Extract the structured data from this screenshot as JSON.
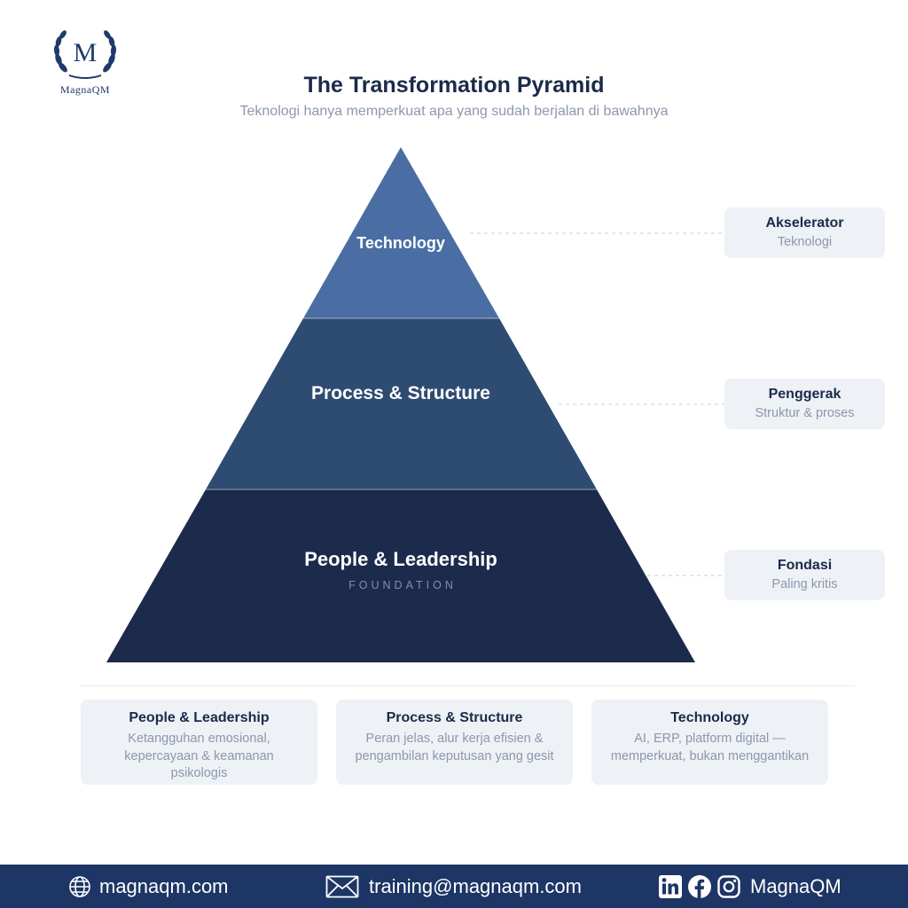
{
  "logo": {
    "monogram": "M",
    "text": "MagnaQM"
  },
  "header": {
    "title": "The Transformation Pyramid",
    "subtitle": "Teknologi hanya memperkuat apa yang sudah berjalan di bawahnya"
  },
  "pyramid": {
    "tiers": [
      {
        "label": "Technology",
        "color": "#4a6ea3"
      },
      {
        "label": "Process & Structure",
        "color": "#2e4b72"
      },
      {
        "label": "People & Leadership",
        "sublabel": "FOUNDATION",
        "color": "#1c2a4c"
      }
    ]
  },
  "side_cards": [
    {
      "title": "Akselerator",
      "subtitle": "Teknologi"
    },
    {
      "title": "Penggerak",
      "subtitle": "Struktur & proses"
    },
    {
      "title": "Fondasi",
      "subtitle": "Paling kritis"
    }
  ],
  "bottom_cards": [
    {
      "title": "People & Leadership",
      "desc": "Ketangguhan emosional, kepercayaan & keamanan psikologis"
    },
    {
      "title": "Process & Structure",
      "desc": "Peran jelas, alur kerja efisien & pengambilan keputusan yang gesit"
    },
    {
      "title": "Technology",
      "desc": "AI, ERP, platform digital — memperkuat, bukan menggantikan"
    }
  ],
  "footer": {
    "website": "magnaqm.com",
    "email": "training@magnaqm.com",
    "social": "MagnaQM",
    "icons": [
      "globe-icon",
      "mail-icon",
      "linkedin-icon",
      "facebook-icon",
      "instagram-icon"
    ],
    "background": "#1d3666"
  }
}
